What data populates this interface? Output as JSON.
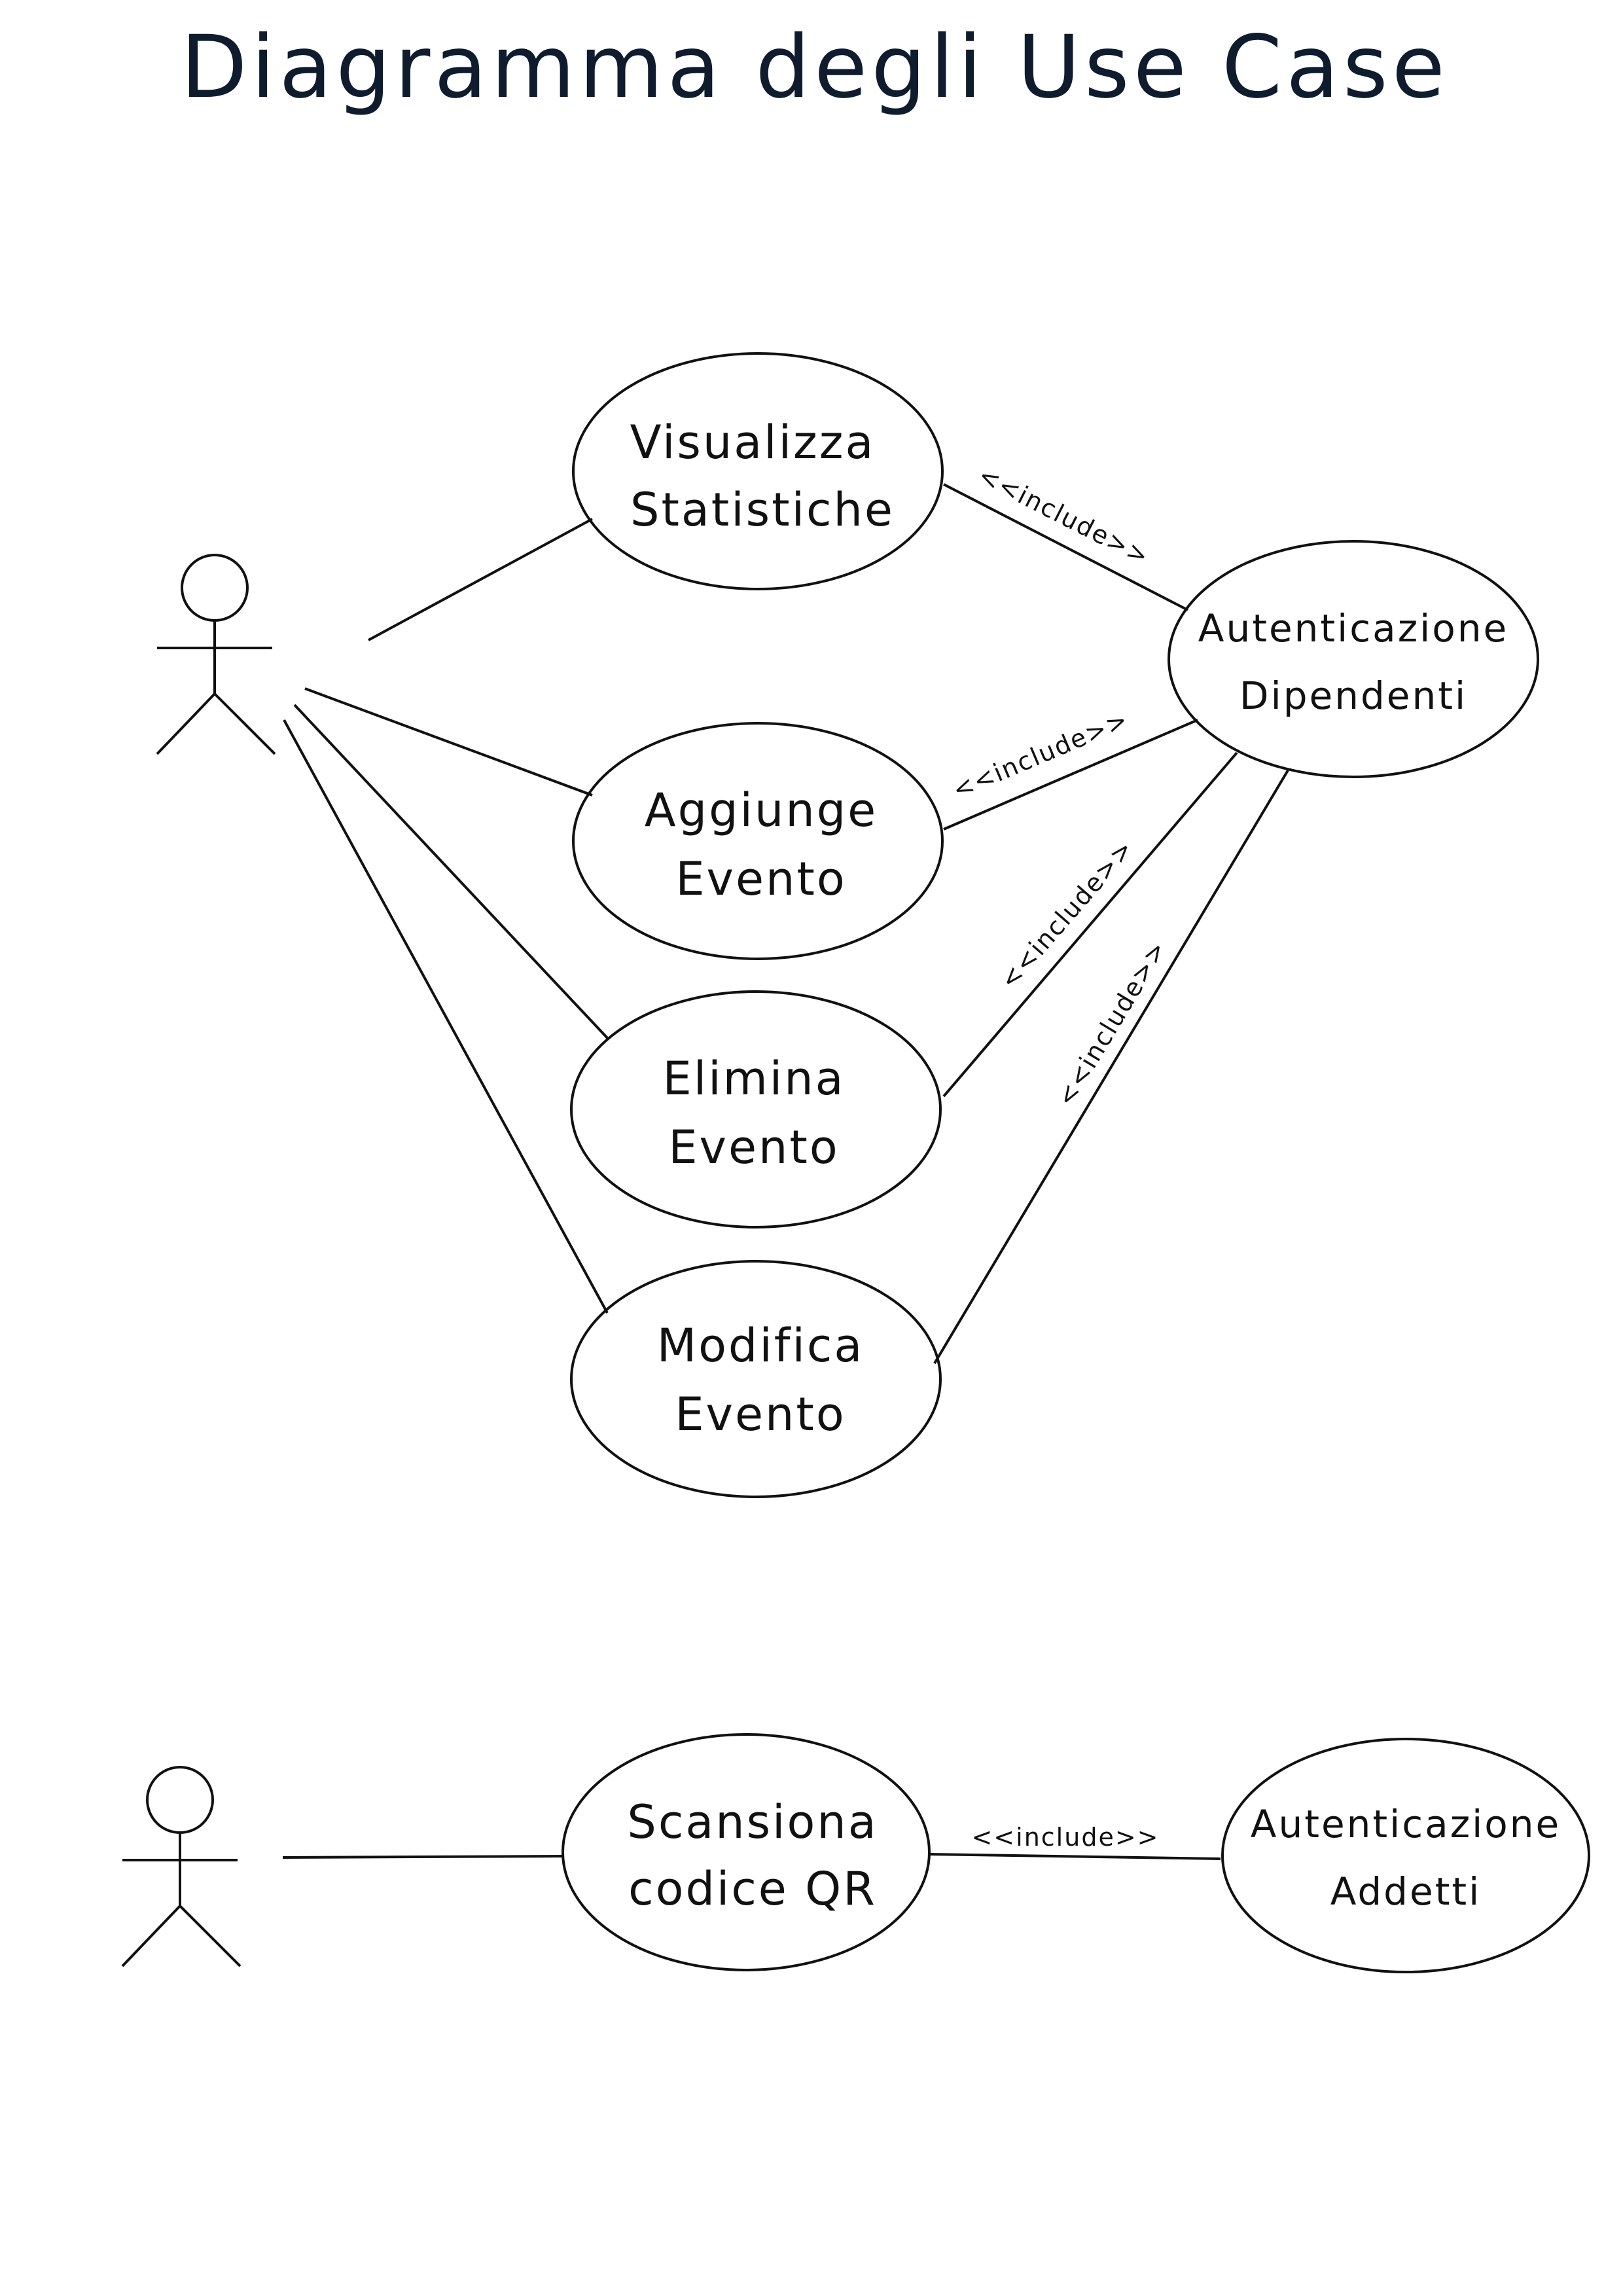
{
  "title": "Diagramma degli Use Case",
  "use_cases": {
    "visualizza_statistiche": {
      "line1": "Visualizza",
      "line2": "Statistiche"
    },
    "aggiunge_evento": {
      "line1": "Aggiunge",
      "line2": "Evento"
    },
    "elimina_evento": {
      "line1": "Elimina",
      "line2": "Evento"
    },
    "modifica_evento": {
      "line1": "Modifica",
      "line2": "Evento"
    },
    "autenticazione_dipendenti": {
      "line1": "Autenticazione",
      "line2": "Dipendenti"
    },
    "scansiona_codice_qr": {
      "line1": "Scansiona",
      "line2": "codice QR"
    },
    "autenticazione_addetti": {
      "line1": "Autenticazione",
      "line2": "Addetti"
    }
  },
  "relations": {
    "include_label": "<<include>>"
  },
  "colors": {
    "title": "#0f1c2e",
    "stroke": "#111111",
    "background": "#ffffff"
  }
}
